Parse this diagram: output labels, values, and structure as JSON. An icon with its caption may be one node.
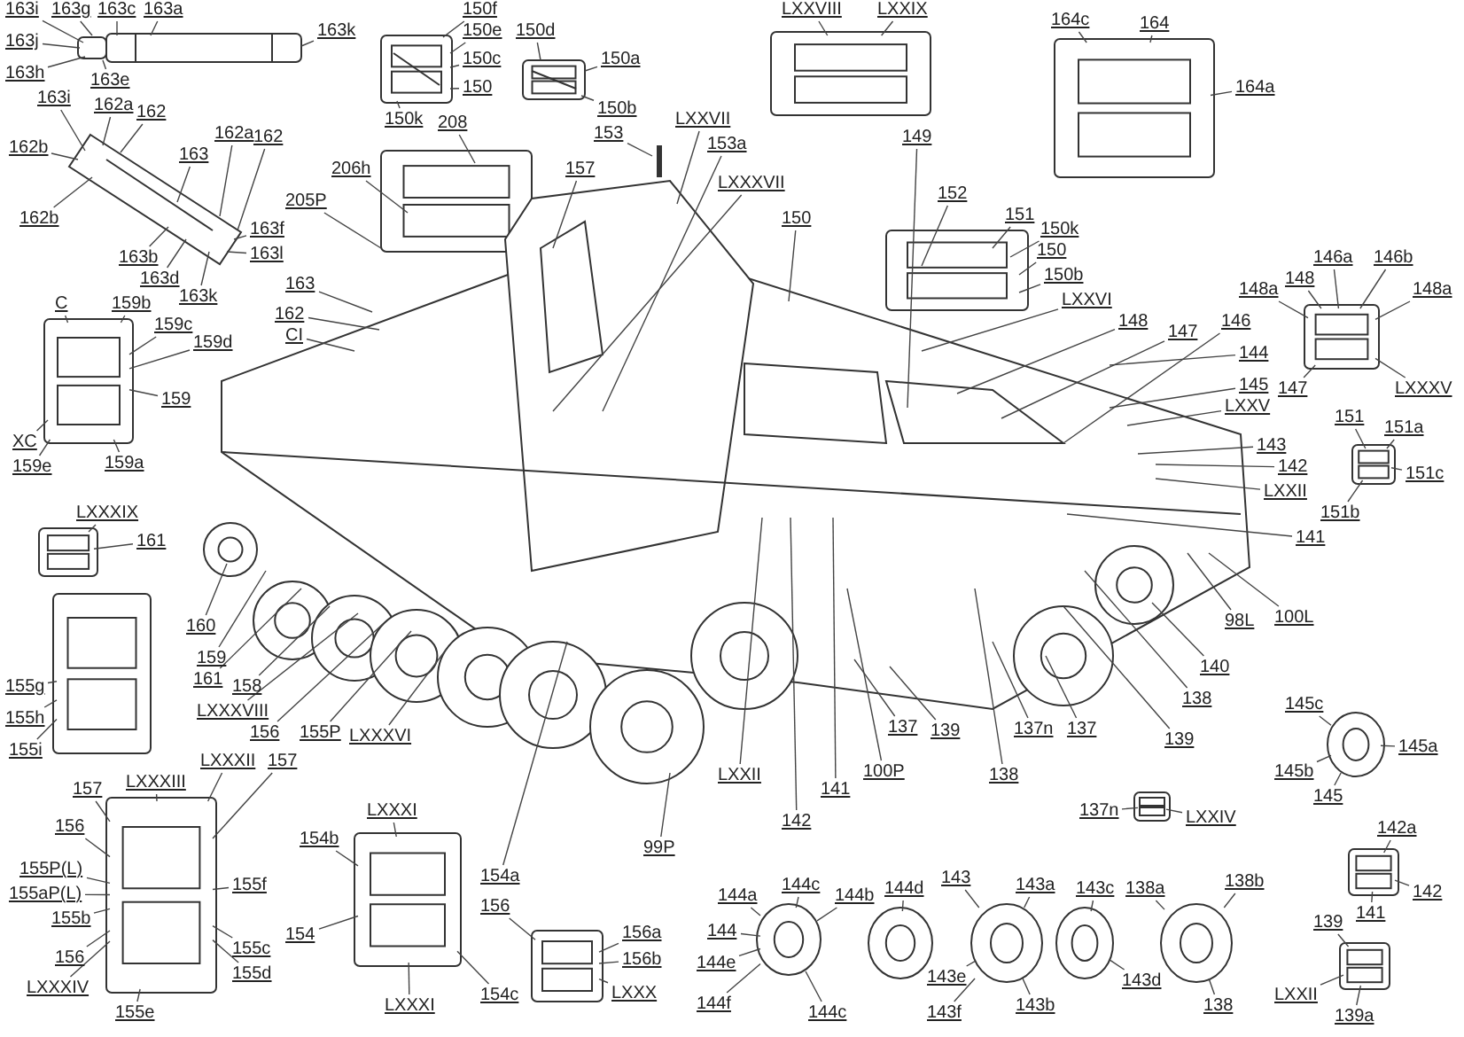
{
  "diagram": {
    "nodes": [
      {
        "text": [
          "163i"
        ]
      },
      {
        "text": [
          "163g"
        ]
      },
      {
        "text": [
          "163c"
        ]
      },
      {
        "text": [
          "163a"
        ]
      },
      {
        "text": [
          "163j"
        ]
      },
      {
        "text": [
          "163h"
        ]
      },
      {
        "text": [
          "163e"
        ]
      },
      {
        "text": [
          "163k"
        ]
      },
      {
        "text": [
          "163i"
        ]
      },
      {
        "text": [
          "162a"
        ]
      },
      {
        "text": [
          "162"
        ]
      },
      {
        "text": [
          "162b"
        ]
      },
      {
        "text": [
          "163"
        ]
      },
      {
        "text": [
          "162a"
        ]
      },
      {
        "text": [
          "162"
        ]
      },
      {
        "text": [
          "162b"
        ]
      },
      {
        "text": [
          "163f"
        ]
      },
      {
        "text": [
          "163b"
        ]
      },
      {
        "text": [
          "163l"
        ]
      },
      {
        "text": [
          "163d"
        ]
      },
      {
        "text": [
          "163k"
        ]
      },
      {
        "text": [
          "150f"
        ]
      },
      {
        "text": [
          "150e"
        ]
      },
      {
        "text": [
          "150c"
        ]
      },
      {
        "text": [
          "150"
        ]
      },
      {
        "text": [
          "150k"
        ]
      },
      {
        "text": [
          "150d"
        ]
      },
      {
        "text": [
          "150a"
        ]
      },
      {
        "text": [
          "150b"
        ]
      },
      {
        "text": [
          "208"
        ]
      },
      {
        "text": [
          "206h"
        ]
      },
      {
        "text": [
          "205P"
        ]
      },
      {
        "text": [
          "163"
        ]
      },
      {
        "text": [
          "162"
        ]
      },
      {
        "text": [
          "CI"
        ]
      },
      {
        "text": [
          "C"
        ]
      },
      {
        "text": [
          "159b"
        ]
      },
      {
        "text": [
          "159c"
        ]
      },
      {
        "text": [
          "159d"
        ]
      },
      {
        "text": [
          "159"
        ]
      },
      {
        "text": [
          "XC"
        ]
      },
      {
        "text": [
          "159e"
        ]
      },
      {
        "text": [
          "159a"
        ]
      },
      {
        "text": [
          "LXXXIX"
        ]
      },
      {
        "text": [
          "161"
        ]
      },
      {
        "text": [
          "160"
        ]
      },
      {
        "text": [
          "159"
        ]
      },
      {
        "text": [
          "161"
        ]
      },
      {
        "text": [
          "158"
        ]
      },
      {
        "text": [
          "LXXXVIII"
        ]
      },
      {
        "text": [
          "156"
        ]
      },
      {
        "text": [
          "155P"
        ]
      },
      {
        "text": [
          "LXXXVI"
        ]
      },
      {
        "text": [
          "155g"
        ]
      },
      {
        "text": [
          "155h"
        ]
      },
      {
        "text": [
          "155i"
        ]
      },
      {
        "text": [
          "LXXXII"
        ]
      },
      {
        "text": [
          "157"
        ]
      },
      {
        "text": [
          "157"
        ]
      },
      {
        "text": [
          "LXXXIII"
        ]
      },
      {
        "text": [
          "156"
        ]
      },
      {
        "text": [
          "155P(L)"
        ]
      },
      {
        "text": [
          "155aP(L)"
        ]
      },
      {
        "text": [
          "155b"
        ]
      },
      {
        "text": [
          "155f"
        ]
      },
      {
        "text": [
          "156"
        ]
      },
      {
        "text": [
          "155c"
        ]
      },
      {
        "text": [
          "155d"
        ]
      },
      {
        "text": [
          "LXXXIV"
        ]
      },
      {
        "text": [
          "155e"
        ]
      },
      {
        "text": [
          "LXXXI"
        ]
      },
      {
        "text": [
          "154b"
        ]
      },
      {
        "text": [
          "154"
        ]
      },
      {
        "text": [
          "154a"
        ]
      },
      {
        "text": [
          "LXXXI"
        ]
      },
      {
        "text": [
          "154c"
        ]
      },
      {
        "text": [
          "156"
        ]
      },
      {
        "text": [
          "156a"
        ]
      },
      {
        "text": [
          "156b"
        ]
      },
      {
        "text": [
          "LXXX"
        ]
      },
      {
        "text": [
          "153"
        ]
      },
      {
        "text": [
          "LXXVII"
        ]
      },
      {
        "text": [
          "153a"
        ]
      },
      {
        "text": [
          "157"
        ]
      },
      {
        "text": [
          "LXXXVII"
        ]
      },
      {
        "text": [
          "150"
        ]
      },
      {
        "text": [
          "149"
        ]
      },
      {
        "text": [
          "LXXVIII"
        ]
      },
      {
        "text": [
          "LXXIX"
        ]
      },
      {
        "text": [
          "152"
        ]
      },
      {
        "text": [
          "151"
        ]
      },
      {
        "text": [
          "150k"
        ]
      },
      {
        "text": [
          "150"
        ]
      },
      {
        "text": [
          "150b"
        ]
      },
      {
        "text": [
          "LXXVI"
        ]
      },
      {
        "text": [
          "148"
        ]
      },
      {
        "text": [
          "147"
        ]
      },
      {
        "text": [
          "146"
        ]
      },
      {
        "text": [
          "144"
        ]
      },
      {
        "text": [
          "145"
        ]
      },
      {
        "text": [
          "LXXV"
        ]
      },
      {
        "text": [
          "143"
        ]
      },
      {
        "text": [
          "142"
        ]
      },
      {
        "text": [
          "LXXII"
        ]
      },
      {
        "text": [
          "164c"
        ]
      },
      {
        "text": [
          "164"
        ]
      },
      {
        "text": [
          "164a"
        ]
      },
      {
        "text": [
          "146a"
        ]
      },
      {
        "text": [
          "146b"
        ]
      },
      {
        "text": [
          "148a"
        ]
      },
      {
        "text": [
          "148"
        ]
      },
      {
        "text": [
          "148a"
        ]
      },
      {
        "text": [
          "147"
        ]
      },
      {
        "text": [
          "LXXXV"
        ]
      },
      {
        "text": [
          "151"
        ]
      },
      {
        "text": [
          "151a"
        ]
      },
      {
        "text": [
          "151c"
        ]
      },
      {
        "text": [
          "151b"
        ]
      },
      {
        "text": [
          "141"
        ]
      },
      {
        "text": [
          "100L"
        ]
      },
      {
        "text": [
          "98L"
        ]
      },
      {
        "text": [
          "140"
        ]
      },
      {
        "text": [
          "138"
        ]
      },
      {
        "text": [
          "139"
        ]
      },
      {
        "text": [
          "137n"
        ]
      },
      {
        "text": [
          "137"
        ]
      },
      {
        "text": [
          "138"
        ]
      },
      {
        "text": [
          "145c"
        ]
      },
      {
        "text": [
          "145a"
        ]
      },
      {
        "text": [
          "145b"
        ]
      },
      {
        "text": [
          "145"
        ]
      },
      {
        "text": [
          "137n"
        ]
      },
      {
        "text": [
          "LXXIV"
        ]
      },
      {
        "text": [
          "142a"
        ]
      },
      {
        "text": [
          "142"
        ]
      },
      {
        "text": [
          "141"
        ]
      },
      {
        "text": [
          "139"
        ]
      },
      {
        "text": [
          "LXXII"
        ]
      },
      {
        "text": [
          "139a"
        ]
      },
      {
        "text": [
          "LXXII"
        ]
      },
      {
        "text": [
          "137"
        ]
      },
      {
        "text": [
          "139"
        ]
      },
      {
        "text": [
          "141"
        ]
      },
      {
        "text": [
          "100P"
        ]
      },
      {
        "text": [
          "142"
        ]
      },
      {
        "text": [
          "99P"
        ]
      },
      {
        "text": [
          "144c"
        ]
      },
      {
        "text": [
          "144b"
        ]
      },
      {
        "text": [
          "144a"
        ]
      },
      {
        "text": [
          "144"
        ]
      },
      {
        "text": [
          "144e"
        ]
      },
      {
        "text": [
          "144f"
        ]
      },
      {
        "text": [
          "144d"
        ]
      },
      {
        "text": [
          "144c"
        ]
      },
      {
        "text": [
          "143"
        ]
      },
      {
        "text": [
          "143a"
        ]
      },
      {
        "text": [
          "143c"
        ]
      },
      {
        "text": [
          "143e"
        ]
      },
      {
        "text": [
          "143f"
        ]
      },
      {
        "text": [
          "143b"
        ]
      },
      {
        "text": [
          "143d"
        ]
      },
      {
        "text": [
          "138a"
        ]
      },
      {
        "text": [
          "138b"
        ]
      },
      {
        "text": [
          "138"
        ]
      },
      {
        "text": [],
        "shape": "picture"
      },
      {
        "text": [],
        "shape": "picture"
      },
      {
        "text": [],
        "shape": "picture"
      },
      {
        "text": [],
        "shape": "picture"
      },
      {
        "text": [],
        "shape": "picture"
      },
      {
        "text": [],
        "shape": "picture"
      },
      {
        "text": [],
        "shape": "picture"
      },
      {
        "text": [],
        "shape": "picture"
      },
      {
        "text": [],
        "shape": "picture"
      },
      {
        "text": [],
        "shape": "picture"
      },
      {
        "text": [],
        "shape": "picture"
      },
      {
        "text": [],
        "shape": "picture"
      },
      {
        "text": [],
        "shape": "picture"
      },
      {
        "text": [],
        "shape": "picture"
      },
      {
        "text": [],
        "shape": "picture"
      },
      {
        "text": [],
        "shape": "picture"
      },
      {
        "text": [],
        "shape": "picture"
      },
      {
        "text": [],
        "shape": "picture"
      },
      {
        "text": [],
        "shape": "picture"
      },
      {
        "text": [],
        "shape": "picture"
      },
      {
        "text": [],
        "shape": "picture"
      },
      {
        "text": [],
        "shape": "picture"
      },
      {
        "text": [],
        "shape": "picture"
      },
      {
        "text": [],
        "shape": "picture"
      }
    ],
    "edges": [
      {
        "from": 0,
        "to": 165,
        "arrow": "none"
      },
      {
        "from": 1,
        "to": 165,
        "arrow": "none"
      },
      {
        "from": 2,
        "to": 165,
        "arrow": "none"
      },
      {
        "from": 3,
        "to": 165,
        "arrow": "none"
      },
      {
        "from": 4,
        "to": 165,
        "arrow": "none"
      },
      {
        "from": 5,
        "to": 165,
        "arrow": "none"
      },
      {
        "from": 6,
        "to": 165,
        "arrow": "none"
      },
      {
        "from": 7,
        "to": 165,
        "arrow": "none"
      },
      {
        "from": 8,
        "to": 166,
        "arrow": "none"
      },
      {
        "from": 9,
        "to": 166,
        "arrow": "none"
      },
      {
        "from": 10,
        "to": 166,
        "arrow": "none"
      },
      {
        "from": 11,
        "to": 166,
        "arrow": "none"
      },
      {
        "from": 12,
        "to": 166,
        "arrow": "none"
      },
      {
        "from": 13,
        "to": 166,
        "arrow": "none"
      },
      {
        "from": 14,
        "to": 166,
        "arrow": "none"
      },
      {
        "from": 15,
        "to": 166,
        "arrow": "none"
      },
      {
        "from": 16,
        "to": 166,
        "arrow": "none"
      },
      {
        "from": 17,
        "to": 166,
        "arrow": "none"
      },
      {
        "from": 18,
        "to": 166,
        "arrow": "none"
      },
      {
        "from": 19,
        "to": 166,
        "arrow": "none"
      },
      {
        "from": 20,
        "to": 166,
        "arrow": "none"
      },
      {
        "from": 21,
        "to": 167,
        "arrow": "none"
      },
      {
        "from": 22,
        "to": 167,
        "arrow": "none"
      },
      {
        "from": 23,
        "to": 167,
        "arrow": "none"
      },
      {
        "from": 24,
        "to": 167,
        "arrow": "none"
      },
      {
        "from": 25,
        "to": 167,
        "arrow": "none"
      },
      {
        "from": 26,
        "to": 168,
        "arrow": "none"
      },
      {
        "from": 27,
        "to": 168,
        "arrow": "none"
      },
      {
        "from": 28,
        "to": 168,
        "arrow": "none"
      },
      {
        "from": 29,
        "to": 164,
        "arrow": "none"
      },
      {
        "from": 30,
        "to": 164,
        "arrow": "none"
      },
      {
        "from": 31,
        "to": 164,
        "arrow": "none"
      },
      {
        "from": 32,
        "to": 164,
        "arrow": "none"
      },
      {
        "from": 33,
        "to": 164,
        "arrow": "none"
      },
      {
        "from": 34,
        "to": 164,
        "arrow": "none"
      },
      {
        "from": 35,
        "to": 169,
        "arrow": "none"
      },
      {
        "from": 36,
        "to": 169,
        "arrow": "none"
      },
      {
        "from": 37,
        "to": 169,
        "arrow": "none"
      },
      {
        "from": 38,
        "to": 169,
        "arrow": "none"
      },
      {
        "from": 39,
        "to": 169,
        "arrow": "none"
      },
      {
        "from": 40,
        "to": 169,
        "arrow": "none"
      },
      {
        "from": 41,
        "to": 169,
        "arrow": "none"
      },
      {
        "from": 42,
        "to": 169,
        "arrow": "none"
      },
      {
        "from": 43,
        "to": 170,
        "arrow": "none"
      },
      {
        "from": 44,
        "to": 170,
        "arrow": "none"
      },
      {
        "from": 45,
        "to": 164,
        "arrow": "none"
      },
      {
        "from": 46,
        "to": 164,
        "arrow": "none"
      },
      {
        "from": 47,
        "to": 164,
        "arrow": "none"
      },
      {
        "from": 48,
        "to": 164,
        "arrow": "none"
      },
      {
        "from": 49,
        "to": 164,
        "arrow": "none"
      },
      {
        "from": 50,
        "to": 164,
        "arrow": "none"
      },
      {
        "from": 51,
        "to": 164,
        "arrow": "none"
      },
      {
        "from": 52,
        "to": 164,
        "arrow": "none"
      },
      {
        "from": 53,
        "to": 171,
        "arrow": "none"
      },
      {
        "from": 54,
        "to": 171,
        "arrow": "none"
      },
      {
        "from": 55,
        "to": 171,
        "arrow": "none"
      },
      {
        "from": 56,
        "to": 172,
        "arrow": "none"
      },
      {
        "from": 57,
        "to": 172,
        "arrow": "none"
      },
      {
        "from": 58,
        "to": 172,
        "arrow": "none"
      },
      {
        "from": 59,
        "to": 172,
        "arrow": "none"
      },
      {
        "from": 60,
        "to": 172,
        "arrow": "none"
      },
      {
        "from": 61,
        "to": 172,
        "arrow": "none"
      },
      {
        "from": 62,
        "to": 172,
        "arrow": "none"
      },
      {
        "from": 63,
        "to": 172,
        "arrow": "none"
      },
      {
        "from": 64,
        "to": 172,
        "arrow": "none"
      },
      {
        "from": 65,
        "to": 172,
        "arrow": "none"
      },
      {
        "from": 66,
        "to": 172,
        "arrow": "none"
      },
      {
        "from": 67,
        "to": 172,
        "arrow": "none"
      },
      {
        "from": 68,
        "to": 172,
        "arrow": "none"
      },
      {
        "from": 69,
        "to": 172,
        "arrow": "none"
      },
      {
        "from": 70,
        "to": 173,
        "arrow": "none"
      },
      {
        "from": 71,
        "to": 173,
        "arrow": "none"
      },
      {
        "from": 72,
        "to": 173,
        "arrow": "none"
      },
      {
        "from": 73,
        "to": 164,
        "arrow": "none"
      },
      {
        "from": 74,
        "to": 173,
        "arrow": "none"
      },
      {
        "from": 75,
        "to": 173,
        "arrow": "none"
      },
      {
        "from": 76,
        "to": 174,
        "arrow": "none"
      },
      {
        "from": 77,
        "to": 174,
        "arrow": "none"
      },
      {
        "from": 78,
        "to": 174,
        "arrow": "none"
      },
      {
        "from": 79,
        "to": 174,
        "arrow": "none"
      },
      {
        "from": 80,
        "to": 164,
        "arrow": "none"
      },
      {
        "from": 81,
        "to": 164,
        "arrow": "none"
      },
      {
        "from": 82,
        "to": 164,
        "arrow": "none"
      },
      {
        "from": 83,
        "to": 164,
        "arrow": "none"
      },
      {
        "from": 84,
        "to": 164,
        "arrow": "none"
      },
      {
        "from": 85,
        "to": 164,
        "arrow": "none"
      },
      {
        "from": 86,
        "to": 164,
        "arrow": "none"
      },
      {
        "from": 87,
        "to": 181,
        "arrow": "none"
      },
      {
        "from": 88,
        "to": 181,
        "arrow": "none"
      },
      {
        "from": 89,
        "to": 164,
        "arrow": "none"
      },
      {
        "from": 90,
        "to": 164,
        "arrow": "none"
      },
      {
        "from": 91,
        "to": 164,
        "arrow": "none"
      },
      {
        "from": 92,
        "to": 164,
        "arrow": "none"
      },
      {
        "from": 93,
        "to": 164,
        "arrow": "none"
      },
      {
        "from": 94,
        "to": 164,
        "arrow": "none"
      },
      {
        "from": 95,
        "to": 164,
        "arrow": "none"
      },
      {
        "from": 96,
        "to": 164,
        "arrow": "none"
      },
      {
        "from": 97,
        "to": 164,
        "arrow": "none"
      },
      {
        "from": 98,
        "to": 164,
        "arrow": "none"
      },
      {
        "from": 99,
        "to": 164,
        "arrow": "none"
      },
      {
        "from": 100,
        "to": 164,
        "arrow": "none"
      },
      {
        "from": 101,
        "to": 164,
        "arrow": "none"
      },
      {
        "from": 102,
        "to": 164,
        "arrow": "none"
      },
      {
        "from": 103,
        "to": 164,
        "arrow": "none"
      },
      {
        "from": 104,
        "to": 180,
        "arrow": "none"
      },
      {
        "from": 105,
        "to": 180,
        "arrow": "none"
      },
      {
        "from": 106,
        "to": 180,
        "arrow": "none"
      },
      {
        "from": 107,
        "to": 182,
        "arrow": "none"
      },
      {
        "from": 108,
        "to": 182,
        "arrow": "none"
      },
      {
        "from": 109,
        "to": 182,
        "arrow": "none"
      },
      {
        "from": 110,
        "to": 182,
        "arrow": "none"
      },
      {
        "from": 111,
        "to": 182,
        "arrow": "none"
      },
      {
        "from": 112,
        "to": 182,
        "arrow": "none"
      },
      {
        "from": 113,
        "to": 182,
        "arrow": "none"
      },
      {
        "from": 114,
        "to": 183,
        "arrow": "none"
      },
      {
        "from": 115,
        "to": 183,
        "arrow": "none"
      },
      {
        "from": 116,
        "to": 183,
        "arrow": "none"
      },
      {
        "from": 117,
        "to": 183,
        "arrow": "none"
      },
      {
        "from": 118,
        "to": 164,
        "arrow": "none"
      },
      {
        "from": 119,
        "to": 164,
        "arrow": "none"
      },
      {
        "from": 120,
        "to": 164,
        "arrow": "none"
      },
      {
        "from": 121,
        "to": 164,
        "arrow": "none"
      },
      {
        "from": 122,
        "to": 164,
        "arrow": "none"
      },
      {
        "from": 123,
        "to": 164,
        "arrow": "none"
      },
      {
        "from": 124,
        "to": 164,
        "arrow": "none"
      },
      {
        "from": 125,
        "to": 164,
        "arrow": "none"
      },
      {
        "from": 126,
        "to": 164,
        "arrow": "none"
      },
      {
        "from": 127,
        "to": 184,
        "arrow": "none"
      },
      {
        "from": 128,
        "to": 184,
        "arrow": "none"
      },
      {
        "from": 129,
        "to": 184,
        "arrow": "none"
      },
      {
        "from": 130,
        "to": 184,
        "arrow": "none"
      },
      {
        "from": 131,
        "to": 185,
        "arrow": "none"
      },
      {
        "from": 132,
        "to": 185,
        "arrow": "none"
      },
      {
        "from": 133,
        "to": 186,
        "arrow": "none"
      },
      {
        "from": 134,
        "to": 186,
        "arrow": "none"
      },
      {
        "from": 135,
        "to": 186,
        "arrow": "none"
      },
      {
        "from": 136,
        "to": 187,
        "arrow": "none"
      },
      {
        "from": 137,
        "to": 187,
        "arrow": "none"
      },
      {
        "from": 138,
        "to": 187,
        "arrow": "none"
      },
      {
        "from": 139,
        "to": 164,
        "arrow": "none"
      },
      {
        "from": 140,
        "to": 164,
        "arrow": "none"
      },
      {
        "from": 141,
        "to": 164,
        "arrow": "none"
      },
      {
        "from": 142,
        "to": 164,
        "arrow": "none"
      },
      {
        "from": 143,
        "to": 164,
        "arrow": "none"
      },
      {
        "from": 144,
        "to": 164,
        "arrow": "none"
      },
      {
        "from": 145,
        "to": 164,
        "arrow": "none"
      },
      {
        "from": 146,
        "to": 175,
        "arrow": "none"
      },
      {
        "from": 147,
        "to": 175,
        "arrow": "none"
      },
      {
        "from": 148,
        "to": 175,
        "arrow": "none"
      },
      {
        "from": 149,
        "to": 175,
        "arrow": "none"
      },
      {
        "from": 150,
        "to": 175,
        "arrow": "none"
      },
      {
        "from": 151,
        "to": 175,
        "arrow": "none"
      },
      {
        "from": 152,
        "to": 176,
        "arrow": "none"
      },
      {
        "from": 153,
        "to": 175,
        "arrow": "none"
      },
      {
        "from": 154,
        "to": 177,
        "arrow": "none"
      },
      {
        "from": 155,
        "to": 177,
        "arrow": "none"
      },
      {
        "from": 156,
        "to": 178,
        "arrow": "none"
      },
      {
        "from": 157,
        "to": 177,
        "arrow": "none"
      },
      {
        "from": 158,
        "to": 177,
        "arrow": "none"
      },
      {
        "from": 159,
        "to": 177,
        "arrow": "none"
      },
      {
        "from": 160,
        "to": 178,
        "arrow": "none"
      },
      {
        "from": 161,
        "to": 179,
        "arrow": "none"
      },
      {
        "from": 162,
        "to": 179,
        "arrow": "none"
      },
      {
        "from": 163,
        "to": 179,
        "arrow": "none"
      }
    ]
  }
}
